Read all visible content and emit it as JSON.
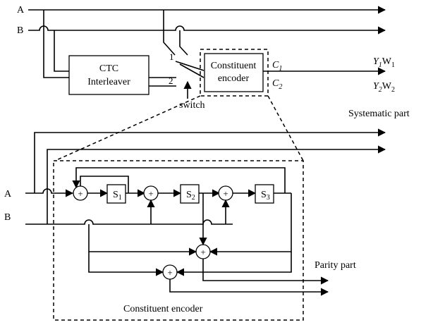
{
  "inputs": {
    "a": "A",
    "b": "B"
  },
  "interleaver": {
    "line1": "CTC",
    "line2": "Interleaver"
  },
  "switch_positions": {
    "pos1": "1",
    "pos2": "2"
  },
  "switch_label": "switch",
  "encoder_box": {
    "line1": "Constituent",
    "line2": "encoder"
  },
  "constituent_outputs": {
    "c1_main": "C",
    "c1_sub": "1",
    "c2_main": "C",
    "c2_sub": "2"
  },
  "outputs": {
    "y1": "Y",
    "y1_sub": "1",
    "w1": "W",
    "w1_sub": "1",
    "y2": "Y",
    "y2_sub": "2",
    "w2": "W",
    "w2_sub": "2"
  },
  "systematic_label": "Systematic part",
  "detail": {
    "in_a": "A",
    "in_b": "B",
    "registers": [
      {
        "main": "S",
        "sub": "1"
      },
      {
        "main": "S",
        "sub": "2"
      },
      {
        "main": "S",
        "sub": "3"
      }
    ],
    "adder_symbol": "+",
    "parity_label": "Parity part",
    "caption": "Constituent encoder"
  }
}
